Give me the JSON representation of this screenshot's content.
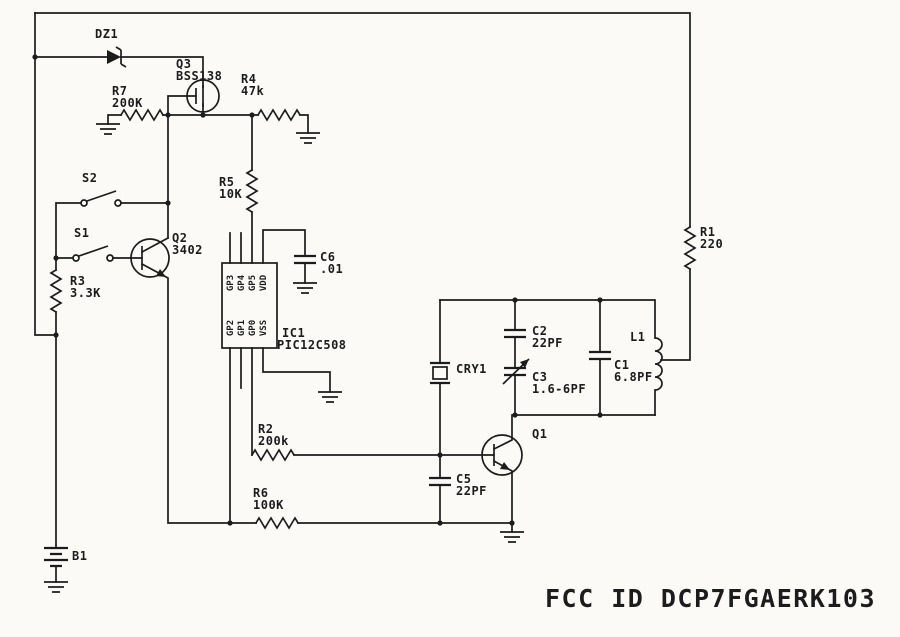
{
  "colors": {
    "ink": "#1c1c1c",
    "paper": "#fbfaf7"
  },
  "fcc_id": "FCC ID DCP7FGAERK103",
  "components": {
    "dz1": {
      "ref": "DZ1"
    },
    "q3": {
      "ref": "Q3",
      "value": "BSS138"
    },
    "r7": {
      "ref": "R7",
      "value": "200K"
    },
    "r4": {
      "ref": "R4",
      "value": "47k"
    },
    "s2": {
      "ref": "S2"
    },
    "s1": {
      "ref": "S1"
    },
    "q2": {
      "ref": "Q2",
      "value": "3402"
    },
    "r5": {
      "ref": "R5",
      "value": "10K"
    },
    "c6": {
      "ref": "C6",
      "value": ".01"
    },
    "ic1": {
      "ref": "IC1",
      "value": "PIC12C508",
      "pins_top": [
        "GP3",
        "GP4",
        "GP5",
        "VDD"
      ],
      "pins_bottom": [
        "GP2",
        "GP1",
        "GP0",
        "VSS"
      ]
    },
    "r3": {
      "ref": "R3",
      "value": "3.3K"
    },
    "r2": {
      "ref": "R2",
      "value": "200k"
    },
    "r6": {
      "ref": "R6",
      "value": "100K"
    },
    "cry1": {
      "ref": "CRY1"
    },
    "c2": {
      "ref": "C2",
      "value": "22PF"
    },
    "c3": {
      "ref": "C3",
      "value": "1.6-6PF"
    },
    "c5": {
      "ref": "C5",
      "value": "22PF"
    },
    "c1": {
      "ref": "C1",
      "value": "6.8PF"
    },
    "l1": {
      "ref": "L1"
    },
    "r1": {
      "ref": "R1",
      "value": "220"
    },
    "q1": {
      "ref": "Q1"
    },
    "b1": {
      "ref": "B1"
    }
  }
}
